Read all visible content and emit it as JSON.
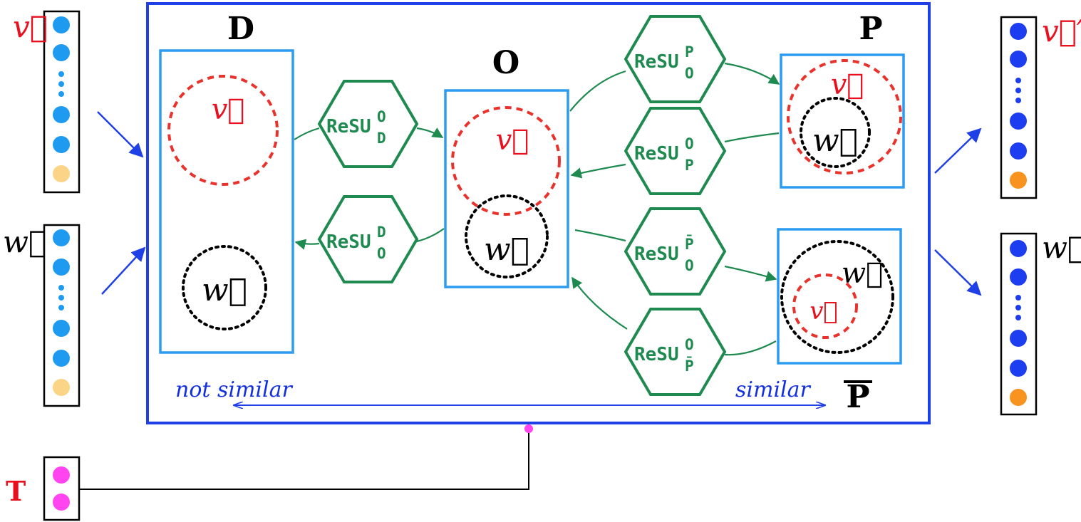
{
  "colors": {
    "frame_blue": "#1f40e6",
    "box_blue": "#2b9cf0",
    "resu_green": "#1e8a50",
    "red": "#e8322b",
    "black": "#000000",
    "dot_light_blue": "#1e9bf0",
    "dot_dark_blue": "#1c3df0",
    "dot_beige": "#fbd488",
    "dot_orange": "#f7931e",
    "dot_magenta": "#ff44f0",
    "text_red": "#e8101f",
    "text_blue": "#1230e0"
  },
  "inputs": {
    "v_label": "v⃗",
    "w_label": "w⃗",
    "t_label": "T"
  },
  "outputs": {
    "v_label": "v⃗′",
    "w_label": "w⃗′"
  },
  "regions": {
    "D": {
      "label": "D",
      "v": "v⃗",
      "w": "w⃗"
    },
    "O": {
      "label": "O",
      "v": "v⃗",
      "w": "w⃗"
    },
    "P": {
      "label": "P",
      "v": "v⃗",
      "w": "w⃗"
    },
    "Pbar": {
      "label": "P",
      "v": "v⃗",
      "w": "w⃗"
    }
  },
  "resu_units": [
    {
      "base": "ReSU",
      "sup": "O",
      "sub": "D"
    },
    {
      "base": "ReSU",
      "sup": "D",
      "sub": "O"
    },
    {
      "base": "ReSU",
      "sup": "P",
      "sub": "O"
    },
    {
      "base": "ReSU",
      "sup": "O",
      "sub": "P"
    },
    {
      "base": "ReSU",
      "sup": "P̄",
      "sub": "O"
    },
    {
      "base": "ReSU",
      "sup": "O",
      "sub": "P̄"
    }
  ],
  "scale": {
    "left_label": "not similar",
    "right_label": "similar"
  }
}
